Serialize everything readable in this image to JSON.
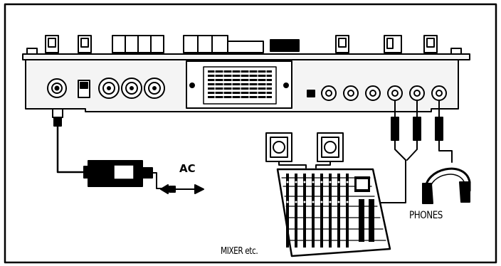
{
  "labels": {
    "ac": "AC",
    "phones": "PHONES",
    "mixer": "MIXER etc."
  },
  "colors": {
    "ink": "#000000",
    "panel": "#f4f4f4",
    "background": "#ffffff"
  }
}
